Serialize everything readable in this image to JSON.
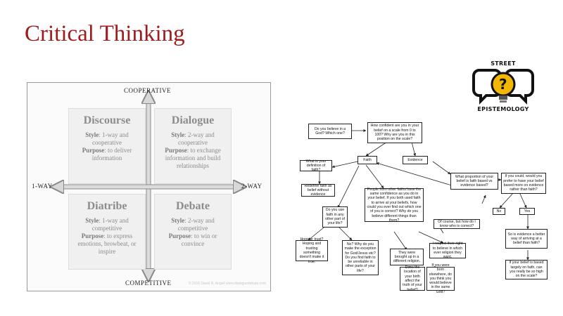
{
  "slide": {
    "title": "Critical Thinking"
  },
  "matrix": {
    "axes": {
      "top": "COOPERATIVE",
      "bottom": "COMPETITIVE",
      "left": "1-WAY",
      "right": "2-WAY"
    },
    "quadrants": [
      {
        "title": "Discourse",
        "style_label": "Style",
        "style_value": ": 1-way and cooperative",
        "purpose_label": "Purpose",
        "purpose_value": ": to deliver information"
      },
      {
        "title": "Dialogue",
        "style_label": "Style",
        "style_value": ": 2-way and cooperative",
        "purpose_label": "Purpose",
        "purpose_value": ": to exchange information and build relationships"
      },
      {
        "title": "Diatribe",
        "style_label": "Style",
        "style_value": ": 1-way and competitive",
        "purpose_label": "Purpose",
        "purpose_value": ": to express emotions, browbeat, or inspire"
      },
      {
        "title": "Debate",
        "style_label": "Style",
        "style_value": ": 2-way and competitive",
        "purpose_label": "Purpose",
        "purpose_value": ": to win or convince"
      }
    ],
    "copyright": "© 2016 David R. Angell www.dialoguedebate.com"
  },
  "logo": {
    "top": "STREET",
    "mark": "?",
    "bottom": "EPISTEMOLOGY"
  },
  "flowchart": {
    "boxes": [
      {
        "id": "believe",
        "text": "Do you believe in a God? Which one?"
      },
      {
        "id": "confident",
        "text": "How confident are you in your belief on a scale from 0 to 100? Why are you in this position on the scale?"
      },
      {
        "id": "faith",
        "text": "Faith"
      },
      {
        "id": "evidence",
        "text": "Evidence"
      },
      {
        "id": "definition",
        "text": "What is your definition of faith?"
      },
      {
        "id": "proportion",
        "text": "What proportion of your belief is faith based vs evidence based?"
      },
      {
        "id": "prefer",
        "text": "If you could, would you prefer to have your belief based more on evidence rather than faith?"
      },
      {
        "id": "redefine",
        "text": "Redefine faith as belief without evidence"
      },
      {
        "id": "others",
        "text": "People from other faiths have the same confidence as you do in your belief. If you both used faith to arrive at your beliefs, how could you ever find out which one of you is correct? Why do you believe different things than them?"
      },
      {
        "id": "no",
        "text": "No"
      },
      {
        "id": "yes",
        "text": "Yes"
      },
      {
        "id": "useother",
        "text": "Do you use faith in any other part of your life?"
      },
      {
        "id": "ofcourse",
        "text": "Of course, but how do I know who is correct?"
      },
      {
        "id": "reliable",
        "text": "So is evidence a better way of arriving at a belief than faith?"
      },
      {
        "id": "hope",
        "text": "Hope or trust? Hoping and trusting something doesn't make it true."
      },
      {
        "id": "exception",
        "text": "No? Why do you make the exception for God/Jesus etc? Do you find faith to be unreliable in other parts of your life?"
      },
      {
        "id": "brought",
        "text": "They were brought up in a different religion."
      },
      {
        "id": "respect",
        "text": "I respect their right to believe in which ever religion they want."
      },
      {
        "id": "location",
        "text": "Does the location of your birth affect the truth of your belief?"
      },
      {
        "id": "elsewhere",
        "text": "If you were born elsewhere, do you think you would believe in the same God?"
      },
      {
        "id": "largely",
        "text": "If your belief is based largely on faith, can you really be so high on the scale?"
      }
    ]
  }
}
